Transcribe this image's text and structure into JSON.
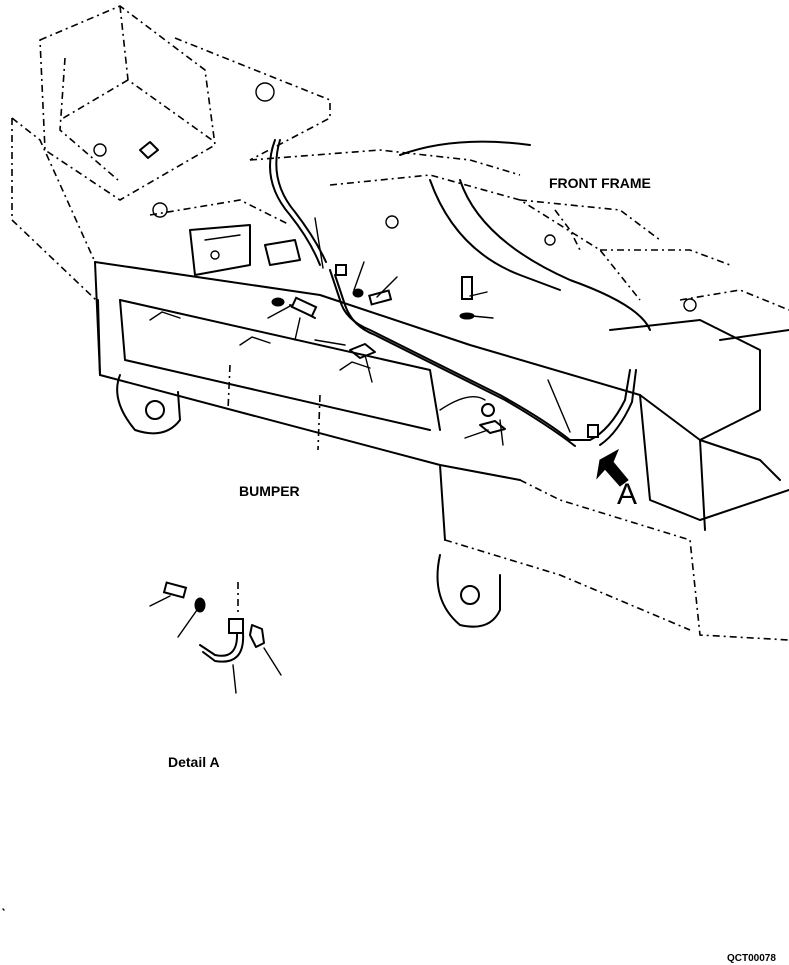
{
  "labels": {
    "front_frame": "FRONT FRAME",
    "bumper": "BUMPER",
    "detail_callout": "A",
    "detail_caption": "Detail A",
    "drawing_code": "QCT00078"
  }
}
